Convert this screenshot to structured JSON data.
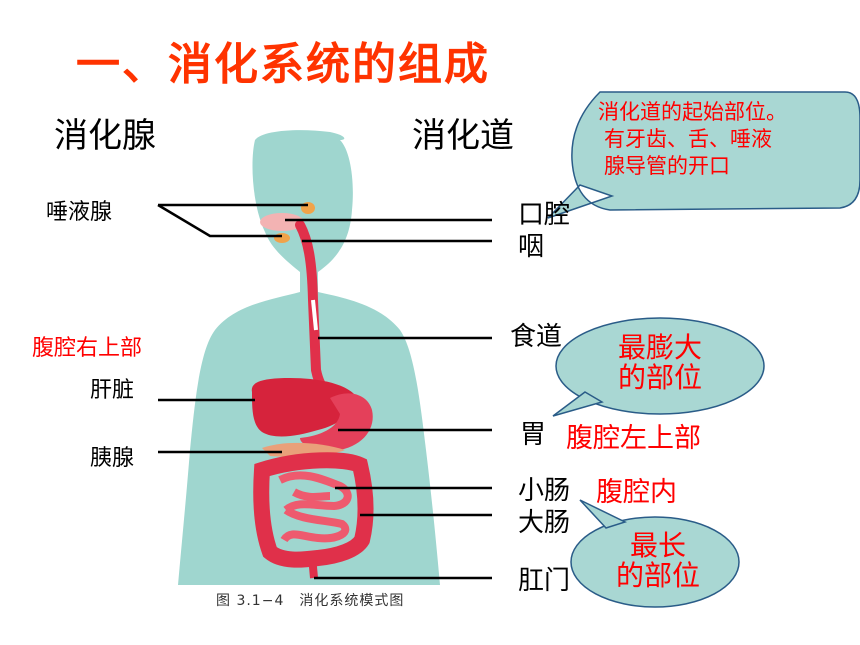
{
  "title": "一、消化系统的组成",
  "headers": {
    "glands": "消化腺",
    "tract": "消化道"
  },
  "glands": [
    {
      "name": "唾液腺"
    },
    {
      "location": "腹腔右上部"
    },
    {
      "name": "肝脏"
    },
    {
      "name": "胰腺"
    }
  ],
  "tract": [
    {
      "name": "口腔"
    },
    {
      "name": "咽"
    },
    {
      "name": "食道"
    },
    {
      "name": "胃",
      "note": "腹腔左上部"
    },
    {
      "name": "小肠",
      "note": "腹腔内"
    },
    {
      "name": "大肠"
    },
    {
      "name": "肛门"
    }
  ],
  "callouts": {
    "mouth": {
      "line1": "消化道的起始部位。",
      "line2": "有牙齿、舌、唾液",
      "line3": "腺导管的开口"
    },
    "stomach": {
      "line1": "最膨大",
      "line2": "的部位"
    },
    "intestine": {
      "line1": "最长",
      "line2": "的部位"
    }
  },
  "caption": "图 3.1−4　消化系统模式图",
  "colors": {
    "title": "#ff3300",
    "body": "#9fd6cf",
    "organ": "#e0304a",
    "bubble": "#a9d7d3"
  }
}
